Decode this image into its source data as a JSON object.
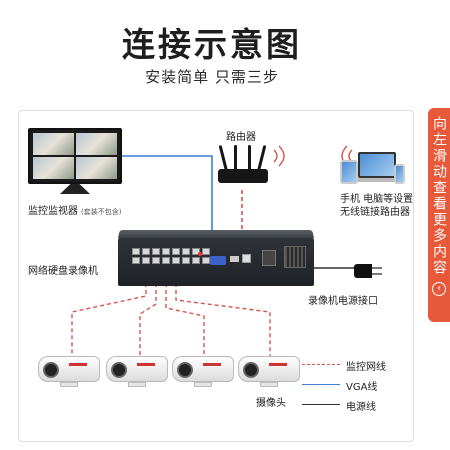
{
  "header": {
    "title": "连接示意图",
    "subtitle": "安装简单 只需三步"
  },
  "side_tab": {
    "text": "向左滑动查看更多内容",
    "icon": "chevron-left-icon",
    "color": "#e8593a"
  },
  "labels": {
    "monitor": "监控监视器",
    "monitor_note": "(套装不包含)",
    "router": "路由器",
    "devices_line1": "手机 电脑等设置",
    "devices_line2": "无线链接路由器",
    "nvr": "网络硬盘录像机",
    "power_port": "录像机电源接口",
    "cameras": "摄像头"
  },
  "legend": [
    {
      "label": "监控网线",
      "color": "#d9534f",
      "style": "dashed"
    },
    {
      "label": "VGA线",
      "color": "#3b7fd6",
      "style": "solid"
    },
    {
      "label": "电源线",
      "color": "#333333",
      "style": "solid"
    }
  ],
  "colors": {
    "network_cable": "#d9534f",
    "vga_cable": "#3b7fd6",
    "power_cable": "#333333"
  }
}
